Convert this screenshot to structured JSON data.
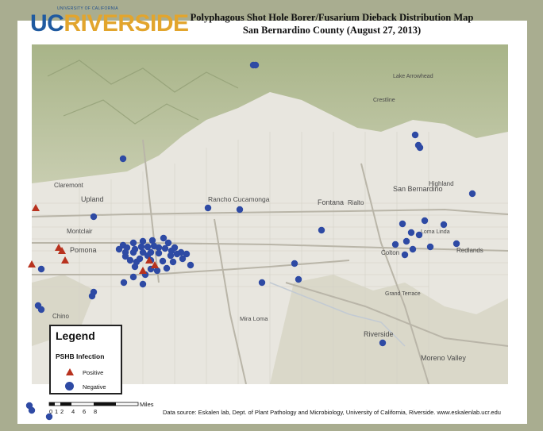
{
  "header": {
    "logo_small_text": "UNIVERSITY OF CALIFORNIA",
    "logo_uc": "UC",
    "logo_name": "RIVERSIDE",
    "title_line1": "Polyphagous Shot Hole Borer/Fusarium Dieback Distribution Map",
    "title_line2": "San Bernardino County (August 27, 2013)"
  },
  "legend": {
    "title": "Legend",
    "subtitle": "PSHB Infection",
    "positive_label": "Positive",
    "negative_label": "Negative"
  },
  "colors": {
    "positive": "#b8321e",
    "negative": "#2e4aa4",
    "background": "#a9ad90"
  },
  "scale": {
    "ticks": [
      "0",
      "1",
      "2",
      "4",
      "6",
      "8"
    ],
    "unit": "Miles"
  },
  "source_note": "Data source: Eskalen lab, Dept. of Plant Pathology and Microbiology, University of California, Riverside. www.eskalenlab.ucr.edu",
  "map_labels": [
    {
      "text": "Upland"
    },
    {
      "text": "Claremont"
    },
    {
      "text": "Montclair"
    },
    {
      "text": "Pomona"
    },
    {
      "text": "Chino"
    },
    {
      "text": "Rancho Cucamonga"
    },
    {
      "text": "Fontana"
    },
    {
      "text": "Rialto"
    },
    {
      "text": "San Bernardino"
    },
    {
      "text": "Highland"
    },
    {
      "text": "Colton"
    },
    {
      "text": "Redlands"
    },
    {
      "text": "Loma Linda"
    },
    {
      "text": "Grand Terrace"
    },
    {
      "text": "Riverside"
    },
    {
      "text": "Mira Loma"
    },
    {
      "text": "Moreno Valley"
    },
    {
      "text": "Crestline"
    },
    {
      "text": "Lake Arrowhead"
    }
  ]
}
